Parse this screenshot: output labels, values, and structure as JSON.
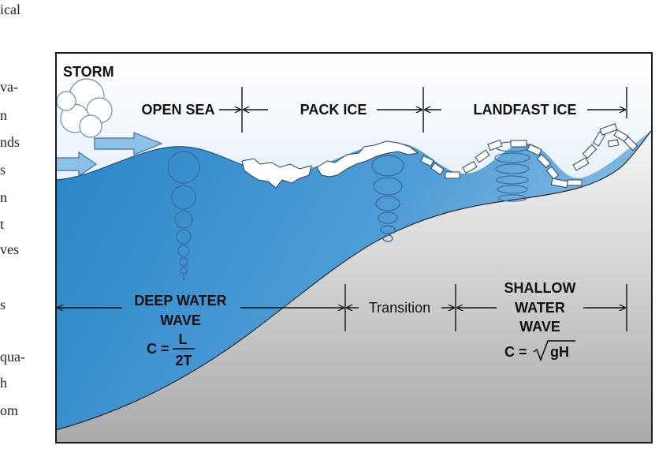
{
  "margin_fragments": [
    "ical",
    "va-",
    "n",
    "nds",
    "s",
    "n",
    "t",
    "ves",
    "s",
    "qua-",
    "h",
    "om"
  ],
  "diagram": {
    "storm_label": "STORM",
    "zones_top": [
      "OPEN SEA",
      "PACK ICE",
      "LANDFAST ICE"
    ],
    "zones_bottom": {
      "deep": [
        "DEEP WATER",
        "WAVE"
      ],
      "transition": "Transition",
      "shallow": [
        "SHALLOW",
        "WATER",
        "WAVE"
      ]
    },
    "formula_deep": {
      "lhs": "C =",
      "numerator": "L",
      "denominator": "2T"
    },
    "formula_shallow": {
      "lhs": "C =",
      "radicand": "gH"
    }
  },
  "colors": {
    "sky_top": "#ffffff",
    "sky_bottom": "#b9d6ee",
    "water_light": "#7fb6e0",
    "water_dark": "#2a86c8",
    "seabed_light": "#f4f4f4",
    "seabed_dark": "#a9a9ab",
    "ice": "#ffffff",
    "frame": "#1a1a1a"
  }
}
